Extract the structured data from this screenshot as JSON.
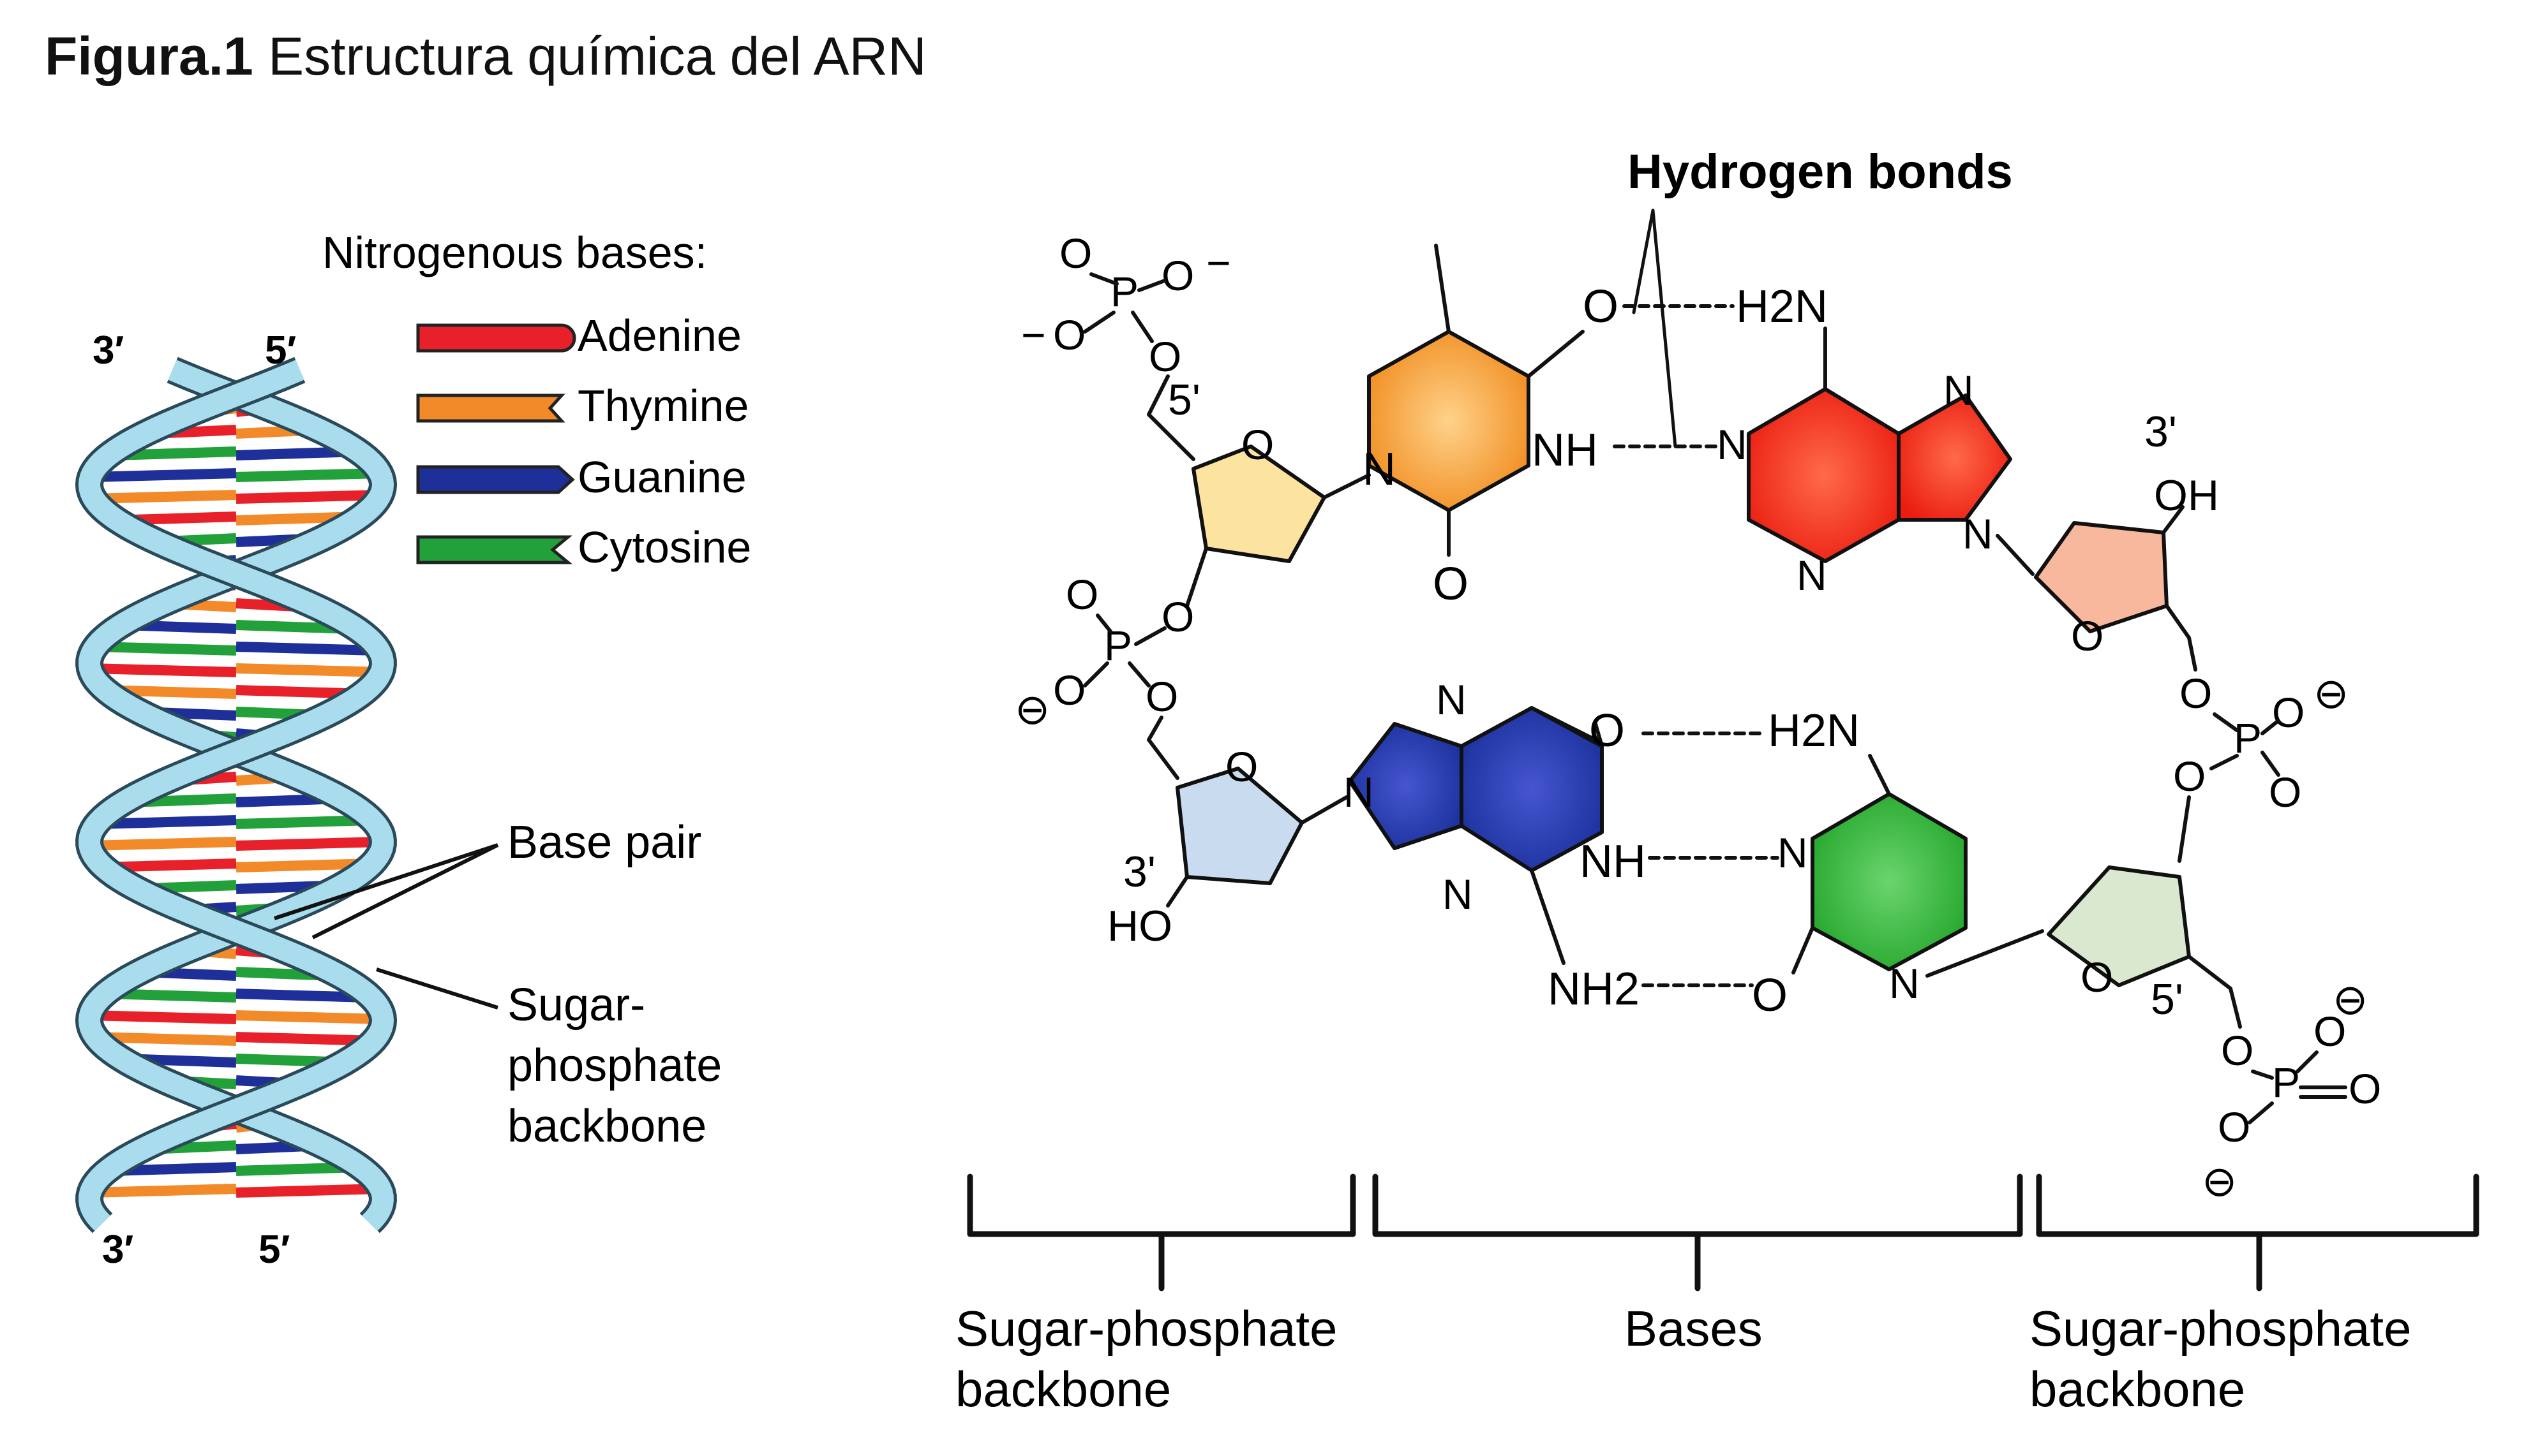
{
  "caption": {
    "prefix": "Figura.1",
    "text": "Estructura química del ARN"
  },
  "helix": {
    "legend_title": "Nitrogenous bases:",
    "legend": [
      {
        "name": "Adenine",
        "color": "#e8202a"
      },
      {
        "name": "Thymine",
        "color": "#f28a2a"
      },
      {
        "name": "Guanine",
        "color": "#1f2f9a"
      },
      {
        "name": "Cytosine",
        "color": "#22a03a"
      }
    ],
    "end_labels": {
      "top_left": "3′",
      "top_right": "5′",
      "bottom_left": "3′",
      "bottom_right": "5′"
    },
    "base_pair_label": "Base pair",
    "backbone_label": [
      "Sugar-",
      "phosphate",
      "backbone"
    ],
    "backbone_color": "#a9dcec"
  },
  "structure": {
    "hydrogen_bonds_label": "Hydrogen bonds",
    "colors": {
      "thymine": "#f08a1c",
      "adenine": "#ea1c10",
      "guanine": "#1a2f9a",
      "cytosine": "#22a52a",
      "sugar_tl": "#fde3a0",
      "sugar_tr": "#f7b89e",
      "sugar_bl": "#c9dcef",
      "sugar_br": "#dbe8d0"
    },
    "atoms": {
      "O": "O",
      "N": "N",
      "P": "P",
      "NH": "NH",
      "H2N": "H2N",
      "NH2": "NH2",
      "OH": "OH",
      "HO": "HO",
      "minus": "−",
      "O_minus": "⊖",
      "five_prime": "5'",
      "three_prime": "3'"
    },
    "groups": [
      {
        "label": [
          "Sugar-phosphate",
          "backbone"
        ]
      },
      {
        "label": [
          "Bases"
        ]
      },
      {
        "label": [
          "Sugar-phosphate",
          "backbone"
        ]
      }
    ]
  }
}
